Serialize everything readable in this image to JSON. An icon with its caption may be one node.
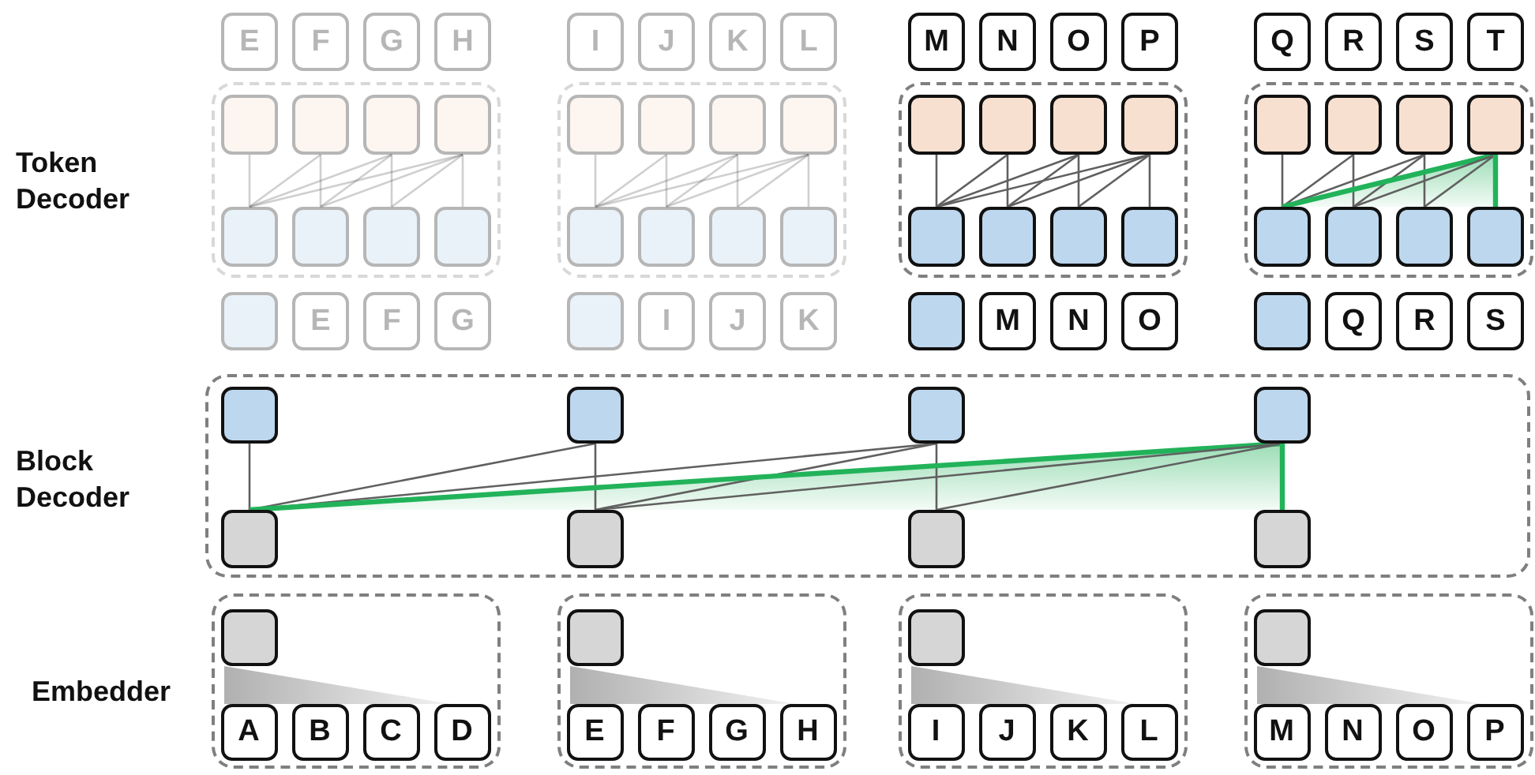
{
  "diagram": {
    "nodes": [
      {
        "text": [
          "E"
        ]
      },
      {
        "text": [
          "F"
        ]
      },
      {
        "text": [
          "G"
        ]
      },
      {
        "text": [
          "H"
        ]
      },
      {
        "text": [],
        "shape": "box"
      },
      {
        "text": [],
        "shape": "box",
        "in": 4
      },
      {
        "text": [],
        "shape": "box",
        "in": 4
      },
      {
        "text": [],
        "shape": "box",
        "in": 4
      },
      {
        "text": [],
        "shape": "box",
        "in": 4
      },
      {
        "text": [],
        "shape": "box",
        "in": 4
      },
      {
        "text": [],
        "shape": "box",
        "in": 4
      },
      {
        "text": [],
        "shape": "box",
        "in": 4
      },
      {
        "text": [],
        "shape": "box",
        "in": 4
      },
      {
        "text": [],
        "shape": "box"
      },
      {
        "text": [
          "E"
        ]
      },
      {
        "text": [
          "F"
        ]
      },
      {
        "text": [
          "G"
        ]
      },
      {
        "text": [
          "I"
        ]
      },
      {
        "text": [
          "J"
        ]
      },
      {
        "text": [
          "K"
        ]
      },
      {
        "text": [
          "L"
        ]
      },
      {
        "text": [],
        "shape": "box"
      },
      {
        "text": [],
        "shape": "box",
        "in": 21
      },
      {
        "text": [],
        "shape": "box",
        "in": 21
      },
      {
        "text": [],
        "shape": "box",
        "in": 21
      },
      {
        "text": [],
        "shape": "box",
        "in": 21
      },
      {
        "text": [],
        "shape": "box",
        "in": 21
      },
      {
        "text": [],
        "shape": "box",
        "in": 21
      },
      {
        "text": [],
        "shape": "box",
        "in": 21
      },
      {
        "text": [],
        "shape": "box",
        "in": 21
      },
      {
        "text": [],
        "shape": "box"
      },
      {
        "text": [
          "I"
        ]
      },
      {
        "text": [
          "J"
        ]
      },
      {
        "text": [
          "K"
        ]
      },
      {
        "text": [
          "M"
        ]
      },
      {
        "text": [
          "N"
        ]
      },
      {
        "text": [
          "O"
        ]
      },
      {
        "text": [
          "P"
        ]
      },
      {
        "text": [],
        "shape": "box"
      },
      {
        "text": [],
        "shape": "box",
        "in": 38
      },
      {
        "text": [],
        "shape": "box",
        "in": 38
      },
      {
        "text": [],
        "shape": "box",
        "in": 38
      },
      {
        "text": [],
        "shape": "box",
        "in": 38
      },
      {
        "text": [],
        "shape": "box",
        "in": 38
      },
      {
        "text": [],
        "shape": "box",
        "in": 38
      },
      {
        "text": [],
        "shape": "box",
        "in": 38
      },
      {
        "text": [],
        "shape": "box",
        "in": 38
      },
      {
        "text": [],
        "shape": "box"
      },
      {
        "text": [
          "M"
        ]
      },
      {
        "text": [
          "N"
        ]
      },
      {
        "text": [
          "O"
        ]
      },
      {
        "text": [
          "Q"
        ]
      },
      {
        "text": [
          "R"
        ]
      },
      {
        "text": [
          "S"
        ]
      },
      {
        "text": [
          "T"
        ]
      },
      {
        "text": [],
        "shape": "box"
      },
      {
        "text": [],
        "shape": "box",
        "in": 55
      },
      {
        "text": [],
        "shape": "box",
        "in": 55
      },
      {
        "text": [],
        "shape": "box",
        "in": 55
      },
      {
        "text": [],
        "shape": "box",
        "in": 55
      },
      {
        "text": [],
        "shape": "box",
        "in": 55
      },
      {
        "text": [],
        "shape": "box",
        "in": 55
      },
      {
        "text": [],
        "shape": "box",
        "in": 55
      },
      {
        "text": [],
        "shape": "box",
        "in": 55
      },
      {
        "text": [],
        "shape": "box"
      },
      {
        "text": [
          "Q"
        ]
      },
      {
        "text": [
          "R"
        ]
      },
      {
        "text": [
          "S"
        ]
      },
      {
        "text": [],
        "shape": "box"
      },
      {
        "text": [],
        "shape": "box",
        "in": 68
      },
      {
        "text": [],
        "shape": "box",
        "in": 68
      },
      {
        "text": [],
        "shape": "box",
        "in": 68
      },
      {
        "text": [],
        "shape": "box",
        "in": 68
      },
      {
        "text": [],
        "shape": "box",
        "in": 68
      },
      {
        "text": [],
        "shape": "box",
        "in": 68
      },
      {
        "text": [],
        "shape": "box",
        "in": 68
      },
      {
        "text": [],
        "shape": "box",
        "in": 68
      },
      {
        "text": [],
        "shape": "box"
      },
      {
        "text": [],
        "shape": "box",
        "in": 77
      },
      {
        "text": [
          "A"
        ],
        "in": 77
      },
      {
        "text": [
          "B"
        ],
        "in": 77
      },
      {
        "text": [
          "C"
        ],
        "in": 77
      },
      {
        "text": [
          "D"
        ],
        "in": 77
      },
      {
        "text": [],
        "shape": "box"
      },
      {
        "text": [],
        "shape": "box",
        "in": 83
      },
      {
        "text": [
          "E"
        ],
        "in": 83
      },
      {
        "text": [
          "F"
        ],
        "in": 83
      },
      {
        "text": [
          "G"
        ],
        "in": 83
      },
      {
        "text": [
          "H"
        ],
        "in": 83
      },
      {
        "text": [],
        "shape": "box"
      },
      {
        "text": [],
        "shape": "box",
        "in": 89
      },
      {
        "text": [
          "I"
        ],
        "in": 89
      },
      {
        "text": [
          "J"
        ],
        "in": 89
      },
      {
        "text": [
          "K"
        ],
        "in": 89
      },
      {
        "text": [
          "L"
        ],
        "in": 89
      },
      {
        "text": [],
        "shape": "box"
      },
      {
        "text": [],
        "shape": "box",
        "in": 95
      },
      {
        "text": [
          "M"
        ],
        "in": 95
      },
      {
        "text": [
          "N"
        ],
        "in": 95
      },
      {
        "text": [
          "O"
        ],
        "in": 95
      },
      {
        "text": [
          "P"
        ],
        "in": 95
      },
      {
        "text": [],
        "shape": "triangle",
        "in": 77
      },
      {
        "text": [],
        "shape": "triangle",
        "in": 83
      },
      {
        "text": [],
        "shape": "triangle",
        "in": 89
      },
      {
        "text": [],
        "shape": "triangle",
        "in": 95
      }
    ],
    "edges": [
      {
        "from": 9,
        "to": 5,
        "arrow": "none"
      },
      {
        "from": 9,
        "to": 6,
        "arrow": "none"
      },
      {
        "from": 10,
        "to": 6,
        "arrow": "none"
      },
      {
        "from": 9,
        "to": 7,
        "arrow": "none"
      },
      {
        "from": 10,
        "to": 7,
        "arrow": "none"
      },
      {
        "from": 11,
        "to": 7,
        "arrow": "none"
      },
      {
        "from": 9,
        "to": 8,
        "arrow": "none"
      },
      {
        "from": 10,
        "to": 8,
        "arrow": "none"
      },
      {
        "from": 11,
        "to": 8,
        "arrow": "none"
      },
      {
        "from": 12,
        "to": 8,
        "arrow": "none"
      },
      {
        "from": 26,
        "to": 22,
        "arrow": "none"
      },
      {
        "from": 26,
        "to": 23,
        "arrow": "none"
      },
      {
        "from": 27,
        "to": 23,
        "arrow": "none"
      },
      {
        "from": 26,
        "to": 24,
        "arrow": "none"
      },
      {
        "from": 27,
        "to": 24,
        "arrow": "none"
      },
      {
        "from": 28,
        "to": 24,
        "arrow": "none"
      },
      {
        "from": 26,
        "to": 25,
        "arrow": "none"
      },
      {
        "from": 27,
        "to": 25,
        "arrow": "none"
      },
      {
        "from": 28,
        "to": 25,
        "arrow": "none"
      },
      {
        "from": 29,
        "to": 25,
        "arrow": "none"
      },
      {
        "from": 43,
        "to": 39,
        "arrow": "none"
      },
      {
        "from": 43,
        "to": 40,
        "arrow": "none"
      },
      {
        "from": 44,
        "to": 40,
        "arrow": "none"
      },
      {
        "from": 43,
        "to": 41,
        "arrow": "none"
      },
      {
        "from": 44,
        "to": 41,
        "arrow": "none"
      },
      {
        "from": 45,
        "to": 41,
        "arrow": "none"
      },
      {
        "from": 43,
        "to": 42,
        "arrow": "none"
      },
      {
        "from": 44,
        "to": 42,
        "arrow": "none"
      },
      {
        "from": 45,
        "to": 42,
        "arrow": "none"
      },
      {
        "from": 46,
        "to": 42,
        "arrow": "none"
      },
      {
        "from": 60,
        "to": 56,
        "arrow": "none"
      },
      {
        "from": 60,
        "to": 57,
        "arrow": "none"
      },
      {
        "from": 61,
        "to": 57,
        "arrow": "none"
      },
      {
        "from": 60,
        "to": 58,
        "arrow": "none"
      },
      {
        "from": 61,
        "to": 58,
        "arrow": "none"
      },
      {
        "from": 62,
        "to": 58,
        "arrow": "none"
      },
      {
        "from": 60,
        "to": 59,
        "arrow": "none",
        "style": "thick",
        "color": "#22b35a"
      },
      {
        "from": 61,
        "to": 59,
        "arrow": "none"
      },
      {
        "from": 62,
        "to": 59,
        "arrow": "none"
      },
      {
        "from": 63,
        "to": 59,
        "arrow": "none",
        "style": "thick",
        "color": "#22b35a"
      },
      {
        "from": 73,
        "to": 69,
        "arrow": "none"
      },
      {
        "from": 73,
        "to": 70,
        "arrow": "none"
      },
      {
        "from": 74,
        "to": 70,
        "arrow": "none"
      },
      {
        "from": 73,
        "to": 71,
        "arrow": "none"
      },
      {
        "from": 74,
        "to": 71,
        "arrow": "none"
      },
      {
        "from": 75,
        "to": 71,
        "arrow": "none"
      },
      {
        "from": 73,
        "to": 72,
        "arrow": "none",
        "style": "thick",
        "color": "#22b35a"
      },
      {
        "from": 74,
        "to": 72,
        "arrow": "none"
      },
      {
        "from": 75,
        "to": 72,
        "arrow": "none"
      },
      {
        "from": 76,
        "to": 72,
        "arrow": "none",
        "style": "thick",
        "color": "#22b35a"
      }
    ],
    "labels": [
      "Token Decoder",
      "Block Decoder",
      "Embedder"
    ]
  }
}
